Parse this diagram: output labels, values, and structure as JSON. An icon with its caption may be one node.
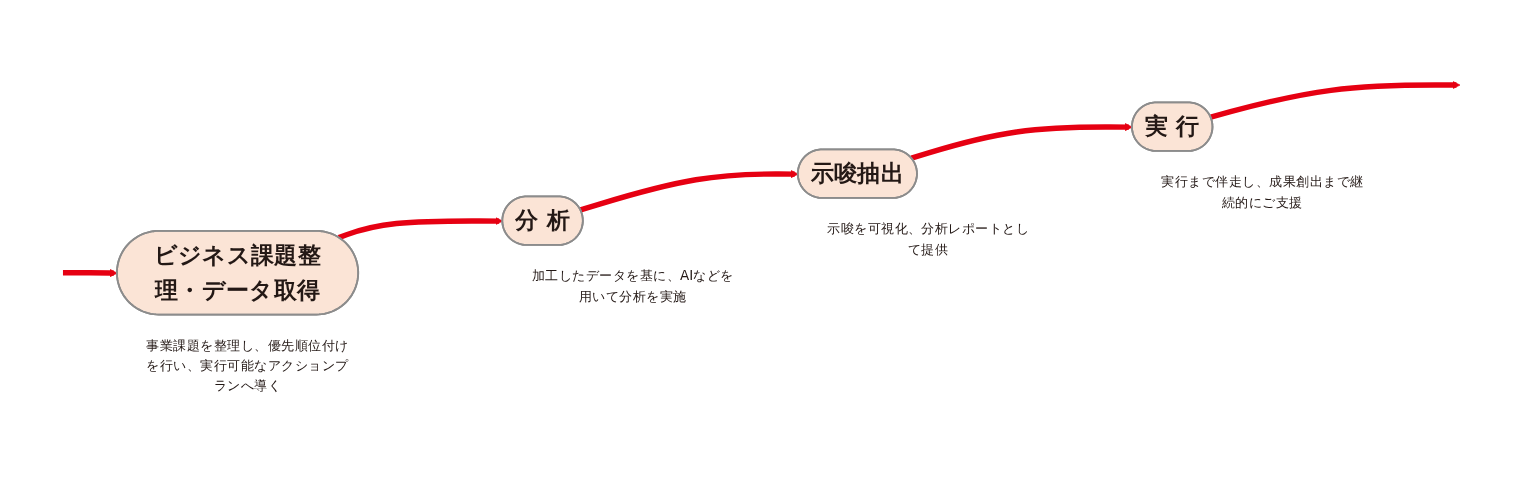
{
  "diagram": {
    "nodes": [
      {
        "text": [
          "ビジネス課題整理・データ取得"
        ],
        "beside": [
          "事業課題を整理し、優先順位付けを行い、実行可能なアクションプランへ導く"
        ]
      },
      {
        "text": [
          "分 析"
        ],
        "beside": [
          "加工したデータを基に、AIなどを用いて分析を実施"
        ]
      },
      {
        "text": [
          "示唆抽出"
        ],
        "beside": [
          "示唆を可視化、分析レポートとして提供"
        ]
      },
      {
        "text": [
          "実 行"
        ],
        "beside": [
          "実行まで伴走し、成果創出まで継続的にご支援"
        ]
      }
    ],
    "edges": [
      {
        "from": null,
        "to": 0,
        "arrow": "to"
      },
      {
        "from": 0,
        "to": 1,
        "arrow": "to"
      },
      {
        "from": 1,
        "to": 2,
        "arrow": "to"
      },
      {
        "from": 2,
        "to": 3,
        "arrow": "to"
      },
      {
        "from": 3,
        "to": null,
        "arrow": "to"
      }
    ]
  }
}
